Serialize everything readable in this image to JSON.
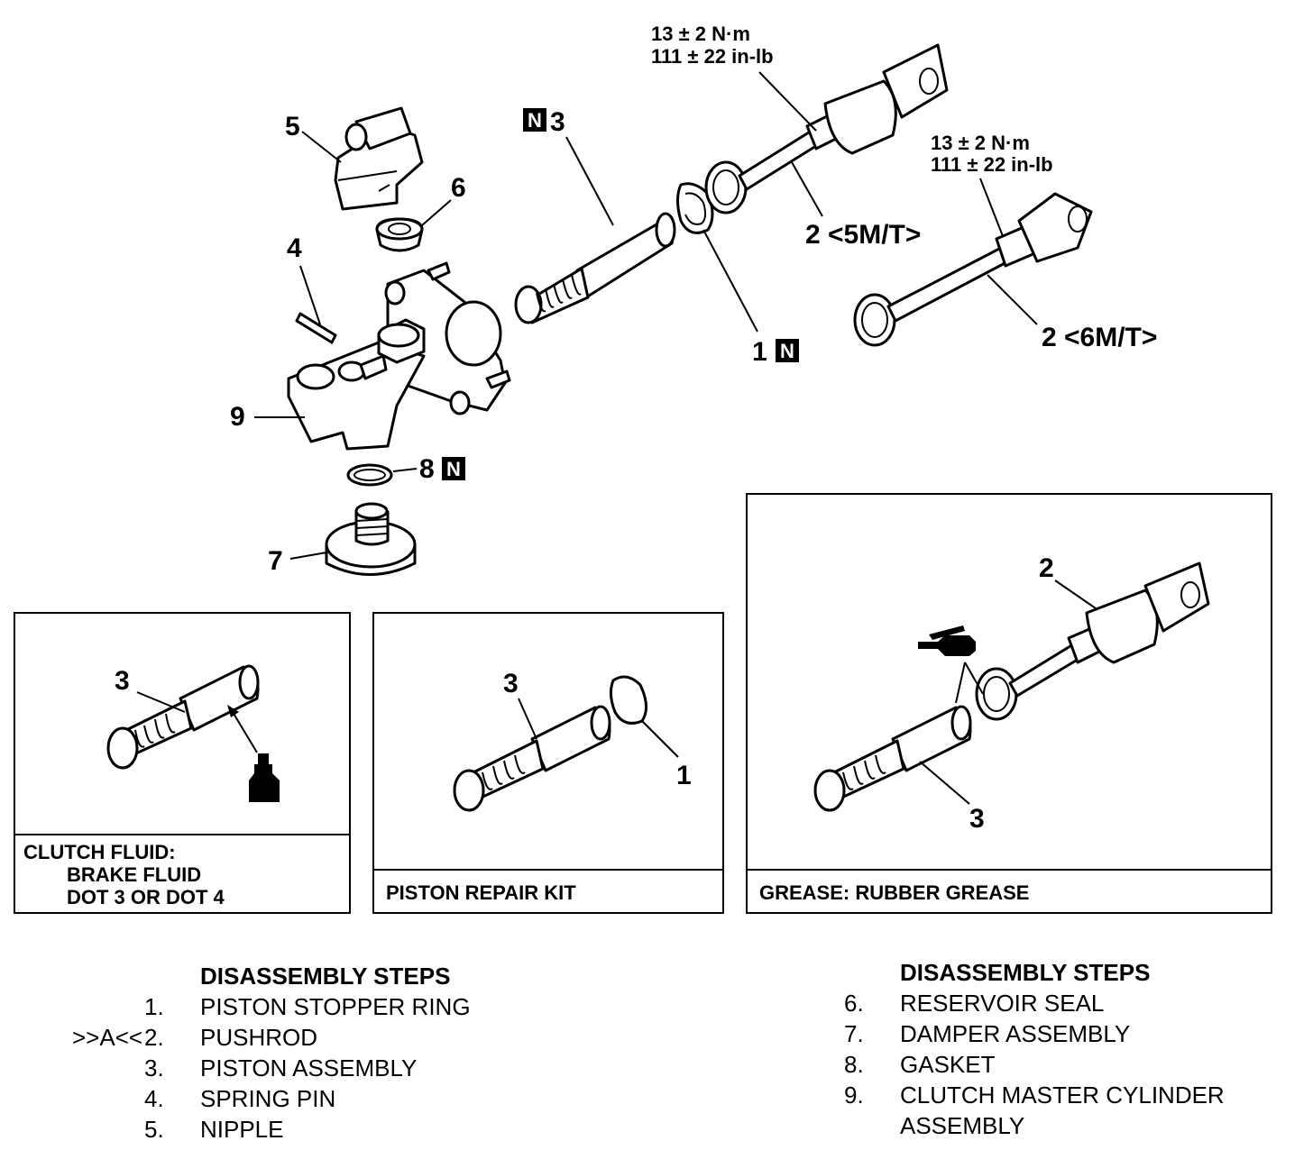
{
  "callouts": {
    "c5": "5",
    "c6": "6",
    "c4": "4",
    "c9": "9",
    "c8": "8",
    "c7": "7",
    "c3": "3",
    "c1": "1",
    "c2a": "2 <5M/T>",
    "c2b": "2 <6M/T>"
  },
  "n_mark": "N",
  "torque_top": {
    "line1": "13 ± 2 N·m",
    "line2": "111 ± 22 in-lb"
  },
  "torque_right": {
    "line1": "13 ± 2 N·m",
    "line2": "111 ± 22 in-lb"
  },
  "box_fluid": {
    "callout": "3",
    "caption": [
      "CLUTCH FLUID:",
      "BRAKE FLUID",
      "DOT 3 OR DOT 4"
    ]
  },
  "box_kit": {
    "callout3": "3",
    "callout1": "1",
    "caption": "PISTON REPAIR KIT"
  },
  "box_grease": {
    "callout2": "2",
    "callout3": "3",
    "caption": "GREASE: RUBBER GREASE"
  },
  "steps_left": {
    "heading": "DISASSEMBLY STEPS",
    "items": [
      {
        "mark": "",
        "num": "1.",
        "text": "PISTON STOPPER RING"
      },
      {
        "mark": ">>A<<",
        "num": "2.",
        "text": "PUSHROD"
      },
      {
        "mark": "",
        "num": "3.",
        "text": "PISTON ASSEMBLY"
      },
      {
        "mark": "",
        "num": "4.",
        "text": "SPRING PIN"
      },
      {
        "mark": "",
        "num": "5.",
        "text": "NIPPLE"
      }
    ]
  },
  "steps_right": {
    "heading": "DISASSEMBLY STEPS",
    "items": [
      {
        "num": "6.",
        "text": "RESERVOIR SEAL"
      },
      {
        "num": "7.",
        "text": "DAMPER ASSEMBLY"
      },
      {
        "num": "8.",
        "text": "GASKET"
      },
      {
        "num": "9.",
        "text": "CLUTCH MASTER CYLINDER"
      },
      {
        "num": "",
        "text": "ASSEMBLY"
      }
    ]
  }
}
